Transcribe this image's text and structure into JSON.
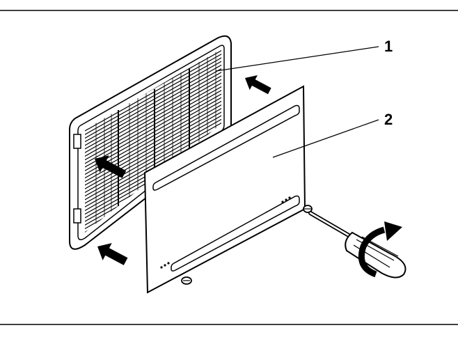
{
  "figure": {
    "callouts": [
      {
        "number": "1",
        "target": "ventilation-grille"
      },
      {
        "number": "2",
        "target": "cover-plate"
      }
    ],
    "icons": [
      "push-arrow-icon",
      "screwdriver-icon",
      "rotate-arrow-icon",
      "screw-icon"
    ],
    "colors": {
      "line": "#000000",
      "background": "#ffffff"
    }
  }
}
